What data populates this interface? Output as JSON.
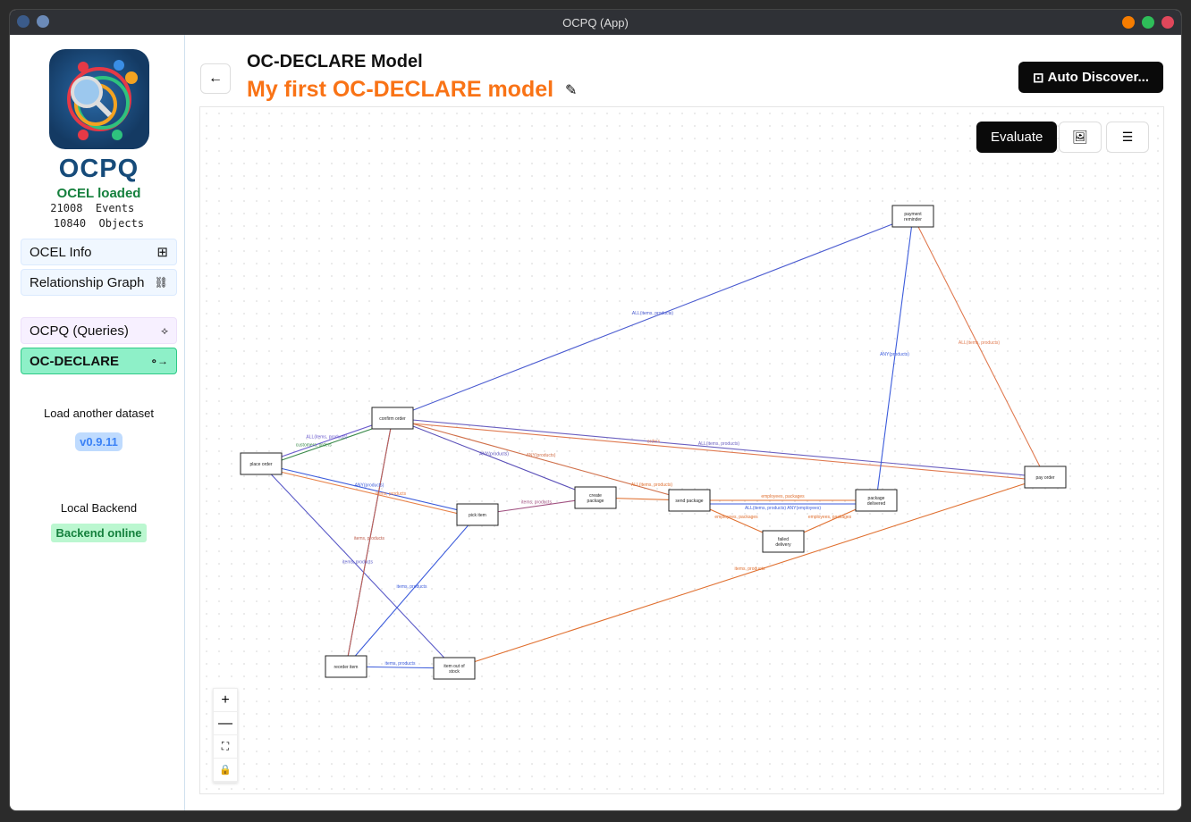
{
  "window": {
    "title": "OCPQ (App)"
  },
  "sidebar": {
    "brand": "OCPQ",
    "status": "OCEL loaded",
    "events_count": "21008",
    "events_label": "Events",
    "objects_count": "10840",
    "objects_label": "Objects",
    "items": [
      {
        "label": "OCEL Info",
        "icon": "table-icon"
      },
      {
        "label": "Relationship Graph",
        "icon": "graph-icon"
      },
      {
        "label": "OCPQ (Queries)",
        "icon": "tree-icon"
      },
      {
        "label": "OC-DECLARE",
        "icon": "arrow-node-icon",
        "active": true
      }
    ],
    "load_label": "Load another dataset",
    "version": "v0.9.11",
    "backend_label": "Local Backend",
    "backend_status": "Backend online"
  },
  "header": {
    "back_icon": "arrow-left-icon",
    "title": "OC-DECLARE Model",
    "model_name": "My first OC-DECLARE model",
    "auto_discover": "Auto Discover...",
    "edit_icon": "pencil-icon"
  },
  "canvas": {
    "evaluate": "Evaluate",
    "image_icon": "image-export-icon",
    "layout_icon": "align-left-icon",
    "controls": {
      "zoom_in": "+",
      "zoom_out": "—",
      "fit": "⛶",
      "lock": "🔒"
    },
    "nodes": [
      {
        "id": "po",
        "label": "place order"
      },
      {
        "id": "co",
        "label": "confirm order"
      },
      {
        "id": "pr",
        "label": "payment reminder"
      },
      {
        "id": "pay",
        "label": "pay order"
      },
      {
        "id": "cp",
        "label": "create package"
      },
      {
        "id": "sp",
        "label": "send package"
      },
      {
        "id": "pd",
        "label": "package delivered"
      },
      {
        "id": "fd",
        "label": "failed delivery"
      },
      {
        "id": "pi",
        "label": "pick item"
      },
      {
        "id": "ri",
        "label": "reorder item"
      },
      {
        "id": "ios",
        "label": "item out of stock"
      }
    ],
    "edges": [
      {
        "from": "po",
        "to": "co",
        "label": "ALL(items, products)",
        "color": "#6a5acd"
      },
      {
        "from": "po",
        "to": "co",
        "label": "customers, orders",
        "color": "#3a8a4a"
      },
      {
        "from": "po",
        "to": "pi",
        "label": "ANY(products)",
        "color": "#3b5bdb"
      },
      {
        "from": "po",
        "to": "pi",
        "label": "items, products",
        "color": "#e8834a"
      },
      {
        "from": "po",
        "to": "ios",
        "label": "items, products",
        "color": "#5b5bc8"
      },
      {
        "from": "co",
        "to": "pr",
        "label": "ALL(items, products)",
        "color": "#4a5bd0"
      },
      {
        "from": "co",
        "to": "pay",
        "label": "ALL(items, products)",
        "color": "#6a5fc0"
      },
      {
        "from": "co",
        "to": "pay",
        "label": "orders",
        "color": "#e07a50"
      },
      {
        "from": "co",
        "to": "cp",
        "label": "ANY(products)",
        "color": "#5a4fb8"
      },
      {
        "from": "co",
        "to": "sp",
        "label": "ANY(products)",
        "color": "#d0704a"
      },
      {
        "from": "co",
        "to": "ri",
        "label": "",
        "color": "#3b5bdb"
      },
      {
        "from": "pi",
        "to": "cp",
        "label": "items, products",
        "color": "#a05080"
      },
      {
        "from": "cp",
        "to": "sp",
        "label": "ALL(items, products)",
        "color": "#e07030"
      },
      {
        "from": "sp",
        "to": "pd",
        "label": "employees, packages",
        "color": "#e07030"
      },
      {
        "from": "sp",
        "to": "pd",
        "label": "ALL(items, products) ANY(employees)",
        "color": "#3b5bdb"
      },
      {
        "from": "sp",
        "to": "fd",
        "label": "employees, packages",
        "color": "#e07030"
      },
      {
        "from": "fd",
        "to": "pd",
        "label": "employees, packages",
        "color": "#e07030"
      },
      {
        "from": "pd",
        "to": "pr",
        "label": "ANY(products)",
        "color": "#3b5bdb"
      },
      {
        "from": "pr",
        "to": "pay",
        "label": "ALL(items, products)",
        "color": "#e07a50"
      },
      {
        "from": "ri",
        "to": "pi",
        "label": "items, products",
        "color": "#3b5bdb"
      },
      {
        "from": "ios",
        "to": "ri",
        "label": "items, products",
        "color": "#3b5bdb"
      },
      {
        "from": "ios",
        "to": "pay",
        "label": "items, products",
        "color": "#e07030"
      },
      {
        "from": "ri",
        "to": "co",
        "label": "items, products",
        "color": "#c06050"
      }
    ]
  }
}
